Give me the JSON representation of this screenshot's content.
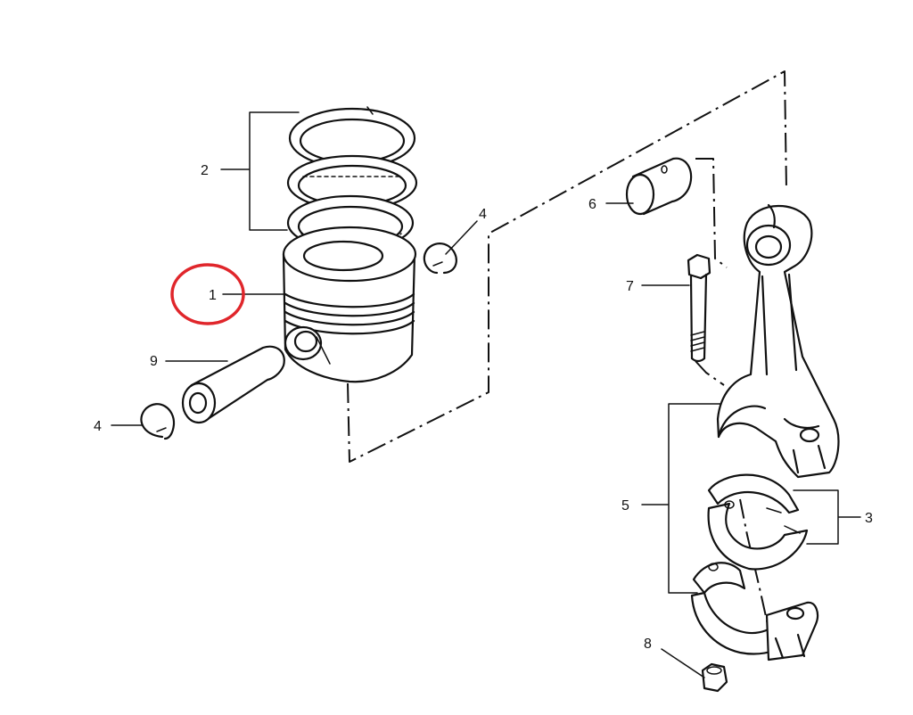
{
  "callouts": {
    "c1": "1",
    "c2": "2",
    "c3": "3",
    "c4a": "4",
    "c4b": "4",
    "c5": "5",
    "c6": "6",
    "c7": "7",
    "c8": "8",
    "c9": "9"
  },
  "highlight_color": "#e0262b",
  "line_color": "#111111"
}
